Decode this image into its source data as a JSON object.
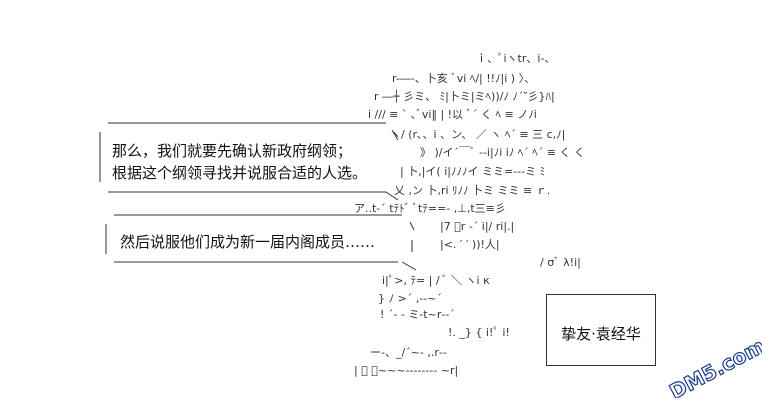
{
  "bubble_top": {
    "lines": [
      "那么，我们就要先确认新政府纲领；",
      "根据这个纲领寻找并说服合适的人选。"
    ]
  },
  "bubble_bottom": {
    "lines": [
      "然后说服他们成为新一届内阁成员……"
    ]
  },
  "name_box": {
    "label": "挚友·袁经华"
  },
  "watermark": {
    "text": "DM5.com",
    "color": "#1a3c8c"
  },
  "art_strings": [
    "ｉ、ﾟiヽtr、i-、",
    "r-―-、卜亥 ﾞvi ﾍ/|  !!ﾉ|i ) 〉、",
    "r ―┼ 彡ミ、   ﾐ|卜ミ|ミﾍ))/ﾉ ﾉ´″彡}ﾊ|",
    "i ///   ≡ ` ､ﾞvi‖ |  !以 ﾞ´ く ﾍ ≡   ノﾉi",
    "ヽ/ (r､、i 、ン、 ／     ヽ   ﾍ´     ≡ 三 c,ﾉ|",
    "》 )/イ´￣ﾞ --i|ﾉi iﾉ  ﾍ´ ﾍ´ ≡   く く",
    "|  卜,|イ(       i|ﾉﾉﾉイ   ミミ=---ミ ﾐ",
    "乂 ,ン   卜,ri    ﾘﾉﾉ  卜ミ  ミミ ≡  ｒ.",
    "ア..t-´    tﾃﾄﾞ ﾞtﾃ==- ,⊥,t三≡彡",
    "|7    ﾞr -´     i|/ ri|.|",
    "|<.       ′   ′ ))!人|",
    "/ σﾞ λ!i|",
    "i|ﾟ>, ﾃ=  |     /     ﾞ ＼  ヽi к",
    "}  ﾉ >´      ,-‐~´",
    "!   ´‐ - ミ-t~r‐‐´",
    "!. _}  {     i!ﾟ i!",
    "ー‐、_/´~-   ,.r‐‐",
    "|  ﾞ ﾞ~~~‐------- ~r|"
  ]
}
